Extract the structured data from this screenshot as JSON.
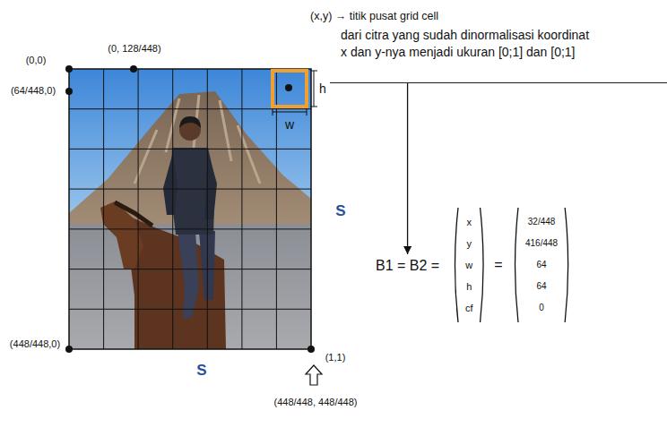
{
  "diagram": {
    "nodes": [
      {
        "text": [
          "dari citra yang sudah dinormalisasi koordinat x dan y-nya menjadi ukuran [0;1] dan [0;1]"
        ]
      },
      {
        "text": [
          "B1 = B2 ="
        ]
      },
      {
        "text": [
          "x",
          "y",
          "w",
          "h",
          "cf"
        ]
      },
      {
        "text": [
          "32/448",
          "416/448",
          "64",
          "64",
          "0"
        ]
      }
    ],
    "edges": [
      {
        "from": 0,
        "to": 1,
        "arrow": "to"
      }
    ],
    "labels": [
      "(0,0)",
      "(0, 128/448)",
      "(64/448,0)",
      "(448/448,0)",
      "(1,1)",
      "(448/448, 448/448)",
      "(x,y) → titik pusat grid cell",
      "h",
      "w",
      "S",
      "S",
      "="
    ]
  }
}
